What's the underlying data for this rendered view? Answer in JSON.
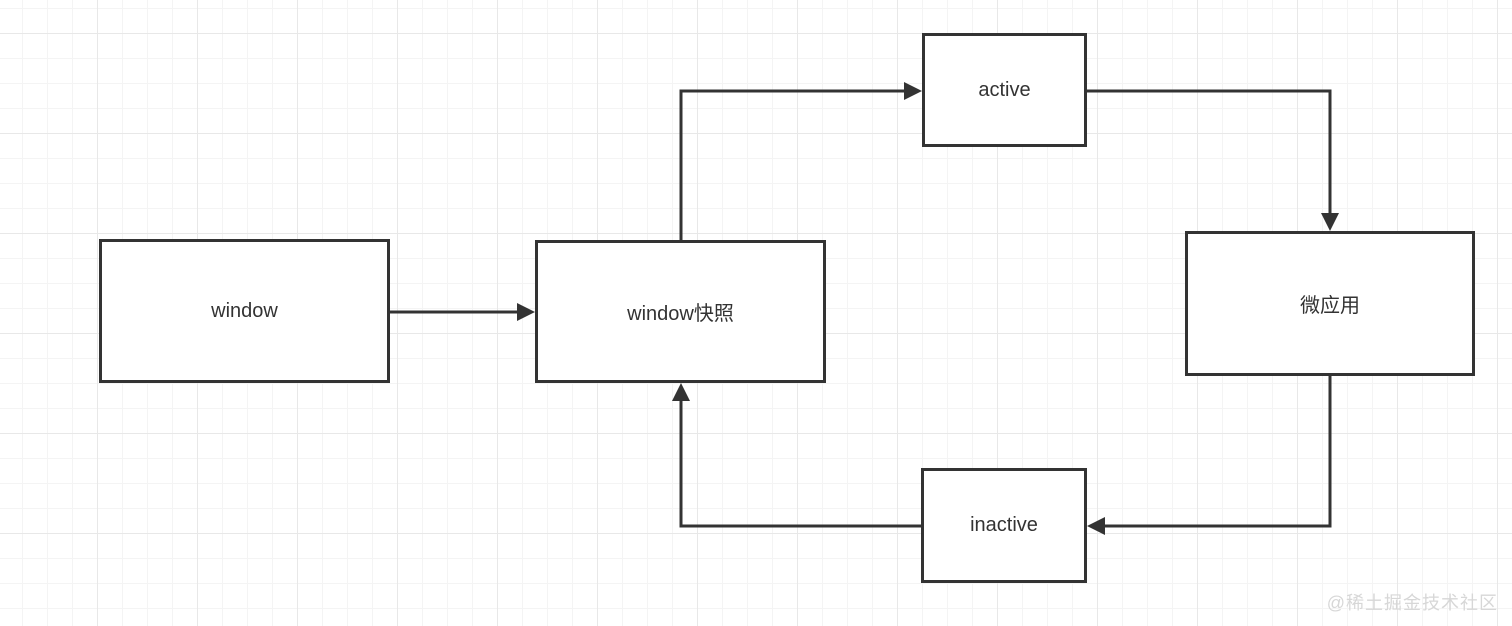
{
  "diagram": {
    "type": "flowchart",
    "nodes": [
      {
        "id": "window",
        "label": "window"
      },
      {
        "id": "window-snapshot",
        "label": "window快照"
      },
      {
        "id": "active",
        "label": "active"
      },
      {
        "id": "micro-app",
        "label": "微应用"
      },
      {
        "id": "inactive",
        "label": "inactive"
      }
    ],
    "edges": [
      {
        "from": "window",
        "to": "window-snapshot"
      },
      {
        "from": "window-snapshot",
        "to": "active"
      },
      {
        "from": "active",
        "to": "micro-app"
      },
      {
        "from": "micro-app",
        "to": "inactive"
      },
      {
        "from": "inactive",
        "to": "window-snapshot"
      }
    ],
    "colors": {
      "stroke": "#333333",
      "node_fill": "#ffffff",
      "text": "#333333",
      "grid_minor": "#f4f4f4",
      "grid_major": "#e8e8e8",
      "watermark": "#d7d7d7"
    }
  },
  "watermark": {
    "text": "@稀土掘金技术社区"
  }
}
